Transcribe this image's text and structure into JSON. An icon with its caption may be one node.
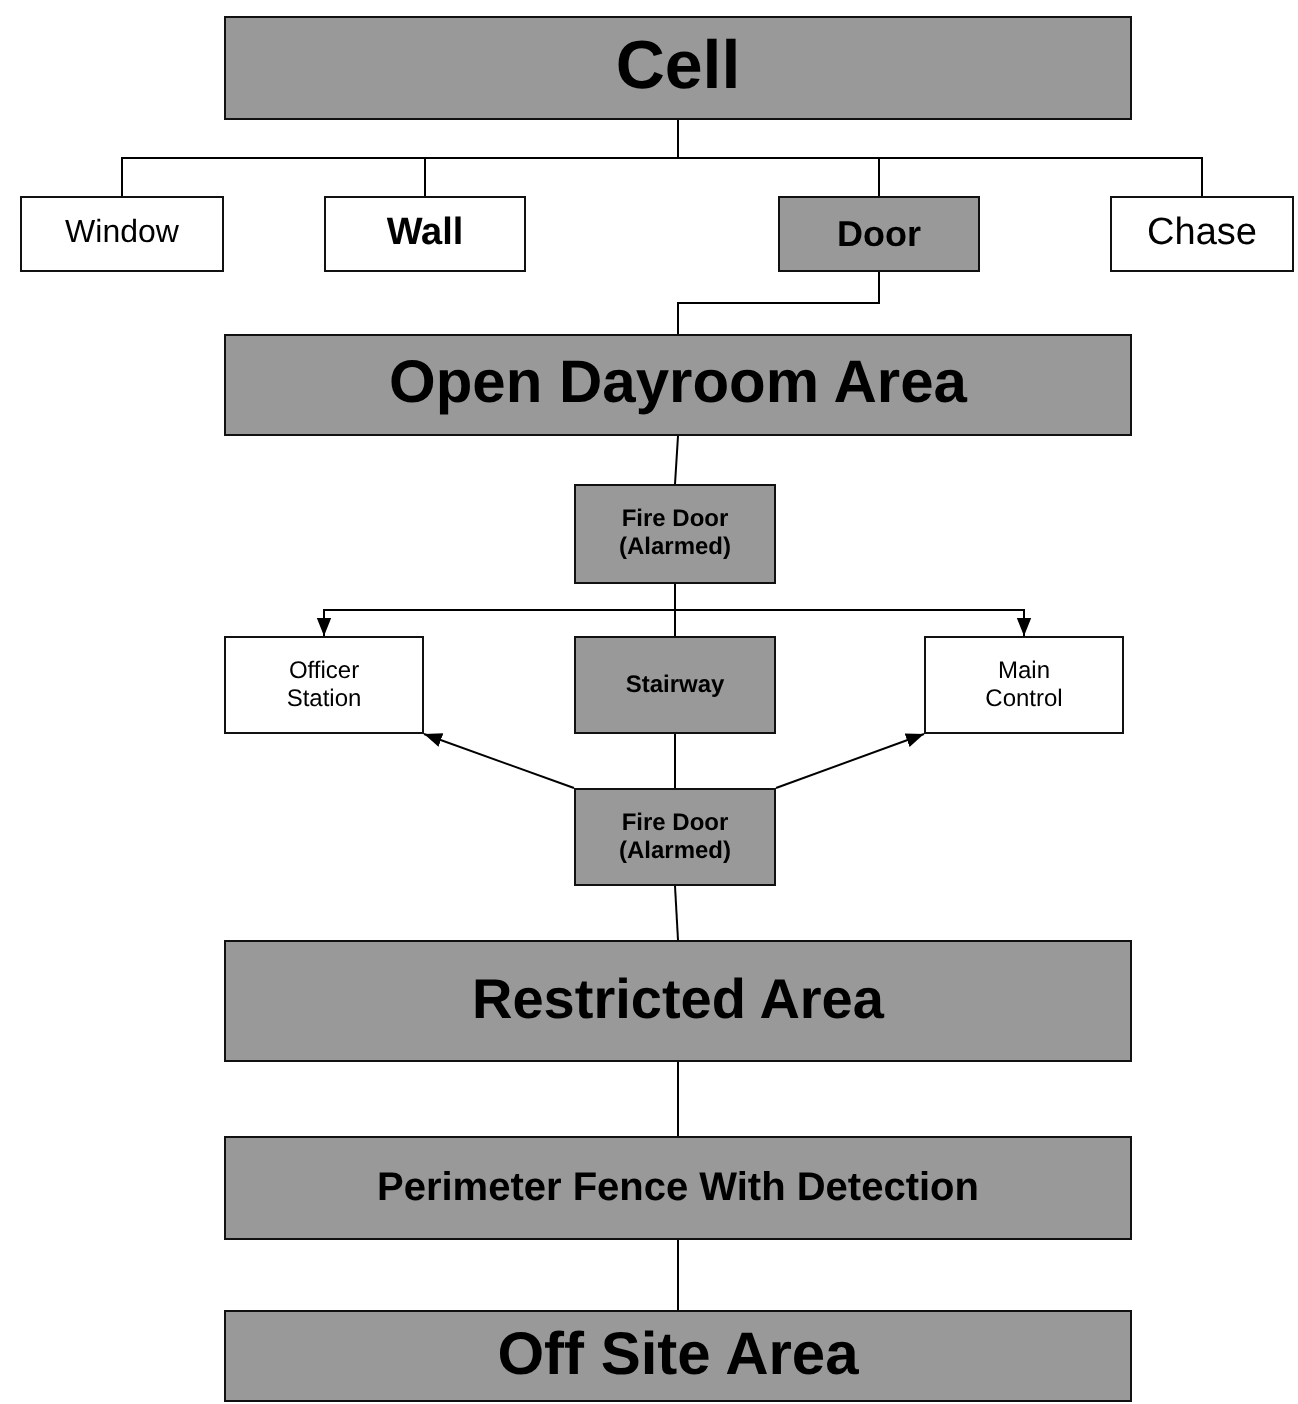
{
  "diagram": {
    "nodes": [
      {
        "text": [
          "Cell"
        ]
      },
      {
        "text": [
          "Window"
        ]
      },
      {
        "text": [
          "Wall"
        ]
      },
      {
        "text": [
          "Door"
        ]
      },
      {
        "text": [
          "Chase"
        ]
      },
      {
        "text": [
          "Open Dayroom Area"
        ]
      },
      {
        "text": [
          "Fire Door (Alarmed)"
        ]
      },
      {
        "text": [
          "Officer Station"
        ]
      },
      {
        "text": [
          "Stairway"
        ]
      },
      {
        "text": [
          "Main Control"
        ]
      },
      {
        "text": [
          "Fire Door (Alarmed)"
        ]
      },
      {
        "text": [
          "Restricted Area"
        ]
      },
      {
        "text": [
          "Perimeter Fence With Detection"
        ]
      },
      {
        "text": [
          "Off Site Area"
        ]
      }
    ],
    "edges": [
      {
        "from": 0,
        "to": 1,
        "arrow": "none"
      },
      {
        "from": 0,
        "to": 2,
        "arrow": "none"
      },
      {
        "from": 0,
        "to": 3,
        "arrow": "none"
      },
      {
        "from": 0,
        "to": 4,
        "arrow": "none"
      },
      {
        "from": 3,
        "to": 5,
        "arrow": "none"
      },
      {
        "from": 5,
        "to": 6,
        "arrow": "none"
      },
      {
        "from": 6,
        "to": 7,
        "arrow": "to"
      },
      {
        "from": 6,
        "to": 8,
        "arrow": "none"
      },
      {
        "from": 6,
        "to": 9,
        "arrow": "to"
      },
      {
        "from": 8,
        "to": 10,
        "arrow": "none"
      },
      {
        "from": 10,
        "to": 7,
        "arrow": "to"
      },
      {
        "from": 10,
        "to": 9,
        "arrow": "to"
      },
      {
        "from": 10,
        "to": 11,
        "arrow": "none"
      },
      {
        "from": 11,
        "to": 12,
        "arrow": "none"
      },
      {
        "from": 12,
        "to": 13,
        "arrow": "none"
      }
    ]
  }
}
